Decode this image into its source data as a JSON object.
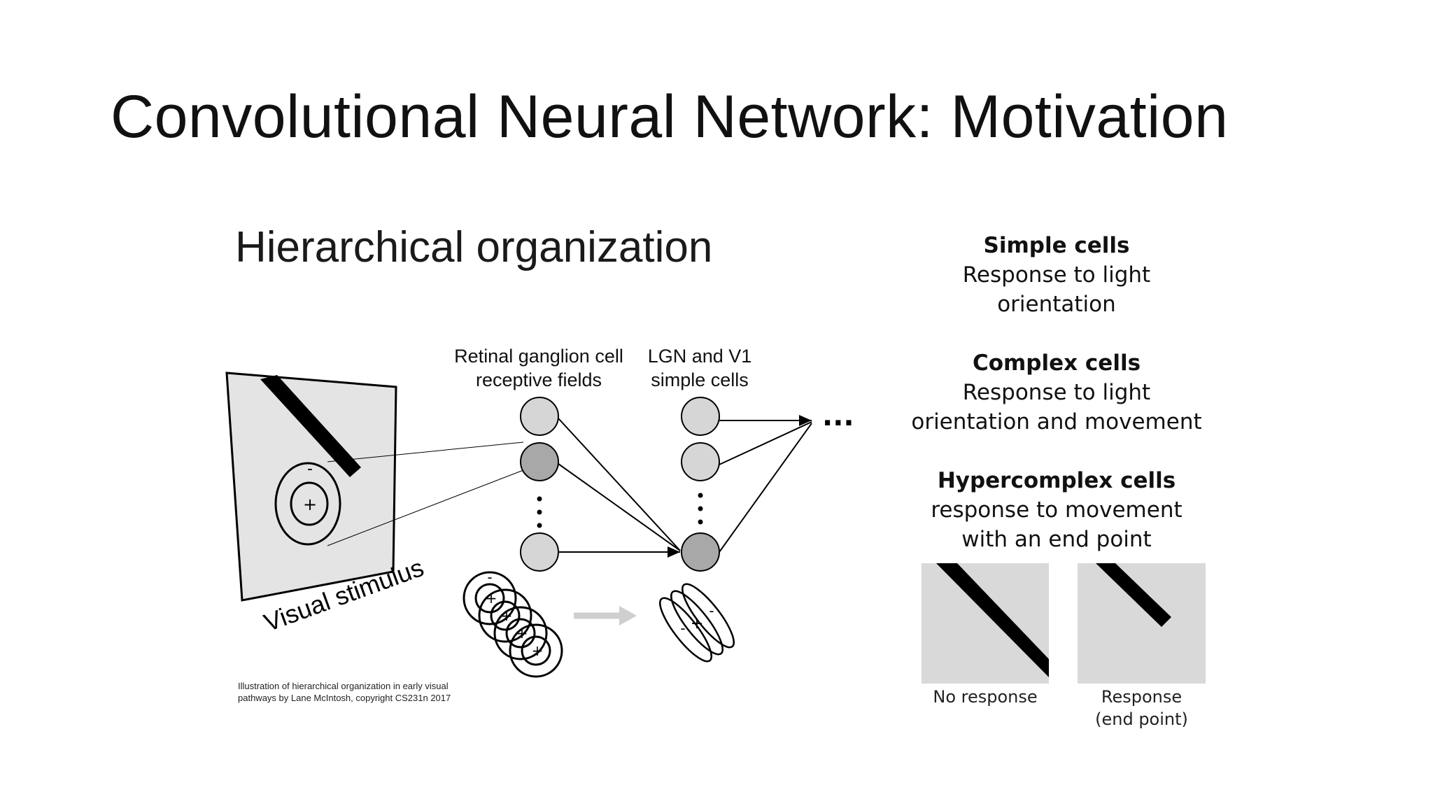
{
  "slide": {
    "title": "Convolutional Neural Network: Motivation"
  },
  "diagram": {
    "title": "Hierarchical organization",
    "stimulus_label": "Visual stimulus",
    "retinal_label_line1": "Retinal ganglion cell",
    "retinal_label_line2": "receptive fields",
    "lgn_label_line1": "LGN and V1",
    "lgn_label_line2": "simple cells",
    "ellipsis": "...",
    "caption_line1": "Illustration of hierarchical organization in early visual",
    "caption_line2": "pathways by Lane McIntosh, copyright CS231n 2017",
    "plus": "+",
    "minus": "-"
  },
  "cells": [
    {
      "heading": "Simple cells",
      "line1": "Response to light",
      "line2": "orientation"
    },
    {
      "heading": "Complex cells",
      "line1": "Response to light",
      "line2": "orientation and movement"
    },
    {
      "heading": "Hypercomplex cells",
      "line1": "response to movement",
      "line2": "with an end point"
    }
  ],
  "responses": [
    {
      "label_line1": "No response",
      "label_line2": ""
    },
    {
      "label_line1": "Response",
      "label_line2": "(end point)"
    }
  ],
  "colors": {
    "panel_gray": "#d9d9d9",
    "node_light": "#d6d6d6",
    "node_dark": "#a8a8a8",
    "arrow_gray": "#cfcfcf"
  }
}
